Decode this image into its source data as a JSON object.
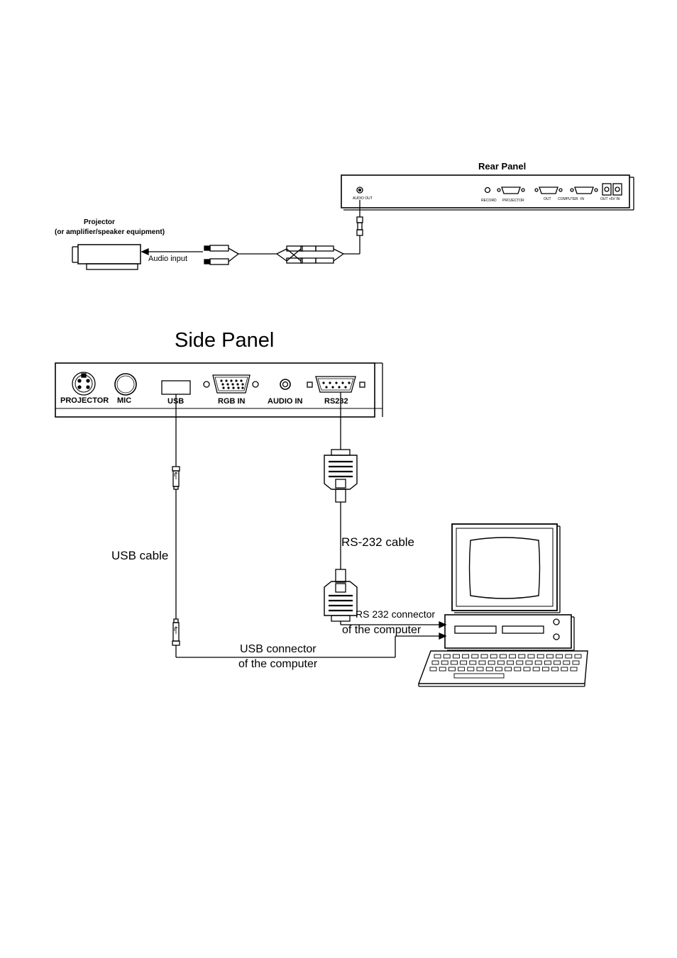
{
  "rear_section": {
    "title": "Rear Panel",
    "projector_label_1": "Projector",
    "projector_label_2": "(or amplifier/speaker equipment)",
    "audio_input_label": "Audio input",
    "port_labels": {
      "audio_out": "AUDIO OUT",
      "record": "RECORD",
      "projector": "PROJECTOR",
      "out": "OUT",
      "computer": "COMPUTER",
      "in": "IN",
      "dc": "OUT +5V IN"
    }
  },
  "side_section": {
    "title": "Side Panel",
    "port_labels": {
      "projector": "PROJECTOR",
      "mic": "MIC",
      "usb": "USB",
      "rgb_in": "RGB IN",
      "audio_in": "AUDIO IN",
      "rs232": "RS232"
    },
    "usb_cable_label": "USB cable",
    "rs232_cable_label": "RS-232 cable",
    "rs232_connector_label_1": "RS 232 connector",
    "rs232_connector_label_2": "of the computer",
    "usb_connector_label_1": "USB connector",
    "usb_connector_label_2": "of the computer"
  },
  "colors": {
    "line": "#000000",
    "background": "#ffffff"
  }
}
